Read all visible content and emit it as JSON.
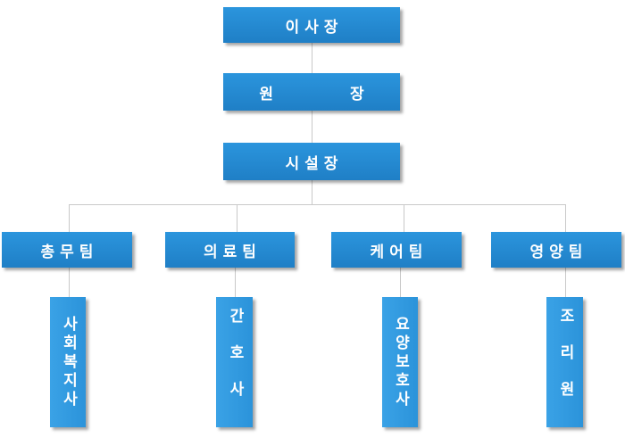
{
  "org": {
    "level1": "이사장",
    "level2": "원 장",
    "level3": "시설장",
    "teams": [
      {
        "name": "총무팀",
        "staff": "사회복지사"
      },
      {
        "name": "의료팀",
        "staff": "간호사"
      },
      {
        "name": "케어팀",
        "staff": "요양보호사"
      },
      {
        "name": "영양팀",
        "staff": "조리원"
      }
    ]
  },
  "colors": {
    "box": "#2388d3",
    "staff_box": "#3399e0",
    "line": "#c9c9c9",
    "text": "#ffffff"
  }
}
